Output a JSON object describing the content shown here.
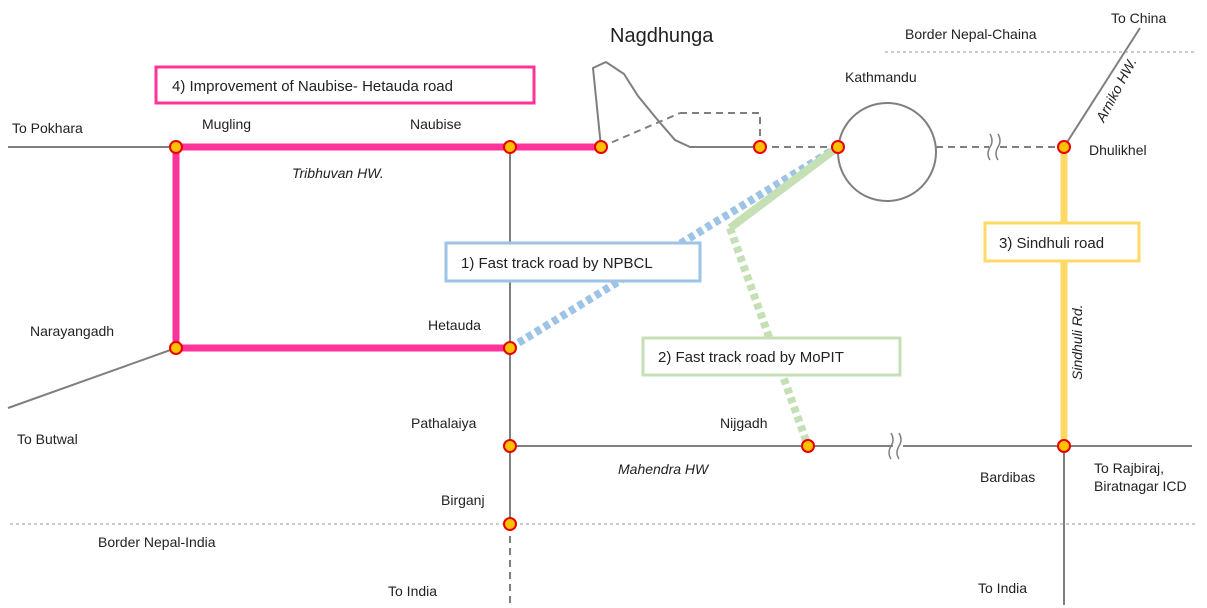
{
  "title": "Nagdhunga",
  "colors": {
    "road": "#7f7f7f",
    "naubise_hetauda": "#ff3399",
    "npbcl": "#9dc3e6",
    "mopit": "#c5e0b4",
    "sindhuli": "#ffd966",
    "node_fill": "#ffc000",
    "node_stroke": "#e60000",
    "border": "#999999"
  },
  "callouts": {
    "npbcl": "1) Fast track road by NPBCL",
    "mopit": "2) Fast track road by MoPIT",
    "sindhuli": "3) Sindhuli road",
    "naubise_hetauda": "4) Improvement of Naubise- Hetauda road"
  },
  "borders": {
    "china": "Border Nepal-Chaina",
    "india": "Border Nepal-India"
  },
  "highways": {
    "tribhuvan": "Tribhuvan HW.",
    "mahendra": "Mahendra HW",
    "arniko": "Arniko HW.",
    "sindhuli": "Sindhuli Rd."
  },
  "places": {
    "to_pokhara": "To Pokhara",
    "mugling": "Mugling",
    "naubise": "Naubise",
    "kathmandu": "Kathmandu",
    "to_china": "To China",
    "dhulikhel": "Dhulikhel",
    "narayangadh": "Narayangadh",
    "hetauda": "Hetauda",
    "to_butwal": "To Butwal",
    "pathalaiya": "Pathalaiya",
    "nijgadh": "Nijgadh",
    "bardibas": "Bardibas",
    "to_rajbiraj_1": "To Rajbiraj,",
    "to_rajbiraj_2": "Biratnagar ICD",
    "birganj": "Birganj",
    "to_india_1": "To India",
    "to_india_2": "To India"
  }
}
